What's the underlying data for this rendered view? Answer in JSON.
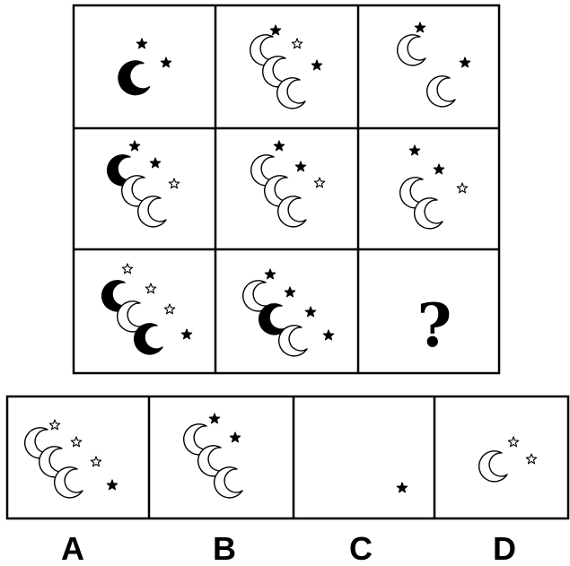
{
  "matrix": {
    "question_mark": "?",
    "cells": [
      {
        "moons": [
          {
            "fill": "black"
          }
        ],
        "stars": [
          "black",
          "black"
        ]
      },
      {
        "moons": [
          {
            "fill": "white"
          },
          {
            "fill": "white"
          },
          {
            "fill": "white"
          }
        ],
        "stars": [
          "black",
          "white",
          "black"
        ]
      },
      {
        "moons": [
          {
            "fill": "white"
          },
          {
            "fill": "white"
          }
        ],
        "stars": [
          "black",
          "black"
        ]
      },
      {
        "moons": [
          {
            "fill": "black"
          },
          {
            "fill": "white"
          },
          {
            "fill": "white"
          }
        ],
        "stars": [
          "black",
          "black",
          "white"
        ]
      },
      {
        "moons": [
          {
            "fill": "white"
          },
          {
            "fill": "white"
          },
          {
            "fill": "white"
          }
        ],
        "stars": [
          "black",
          "black",
          "white"
        ]
      },
      {
        "moons": [
          {
            "fill": "white"
          },
          {
            "fill": "white"
          }
        ],
        "stars": [
          "black",
          "black",
          "white"
        ]
      },
      {
        "moons": [
          {
            "fill": "black"
          },
          {
            "fill": "white"
          },
          {
            "fill": "black"
          }
        ],
        "stars": [
          "white",
          "white",
          "white",
          "black"
        ]
      },
      {
        "moons": [
          {
            "fill": "white"
          },
          {
            "fill": "black"
          },
          {
            "fill": "white"
          }
        ],
        "stars": [
          "black",
          "black",
          "black",
          "black"
        ]
      },
      {
        "moons": [],
        "stars": []
      }
    ]
  },
  "options": [
    {
      "label": "A",
      "moons": [
        {
          "fill": "white"
        },
        {
          "fill": "white"
        },
        {
          "fill": "white"
        }
      ],
      "stars": [
        "white",
        "white",
        "white",
        "black"
      ]
    },
    {
      "label": "B",
      "moons": [
        {
          "fill": "white"
        },
        {
          "fill": "white"
        },
        {
          "fill": "white"
        }
      ],
      "stars": [
        "black",
        "black"
      ]
    },
    {
      "label": "C",
      "moons": [],
      "stars": [
        "black"
      ]
    },
    {
      "label": "D",
      "moons": [
        {
          "fill": "white"
        }
      ],
      "stars": [
        "white",
        "white"
      ]
    }
  ]
}
